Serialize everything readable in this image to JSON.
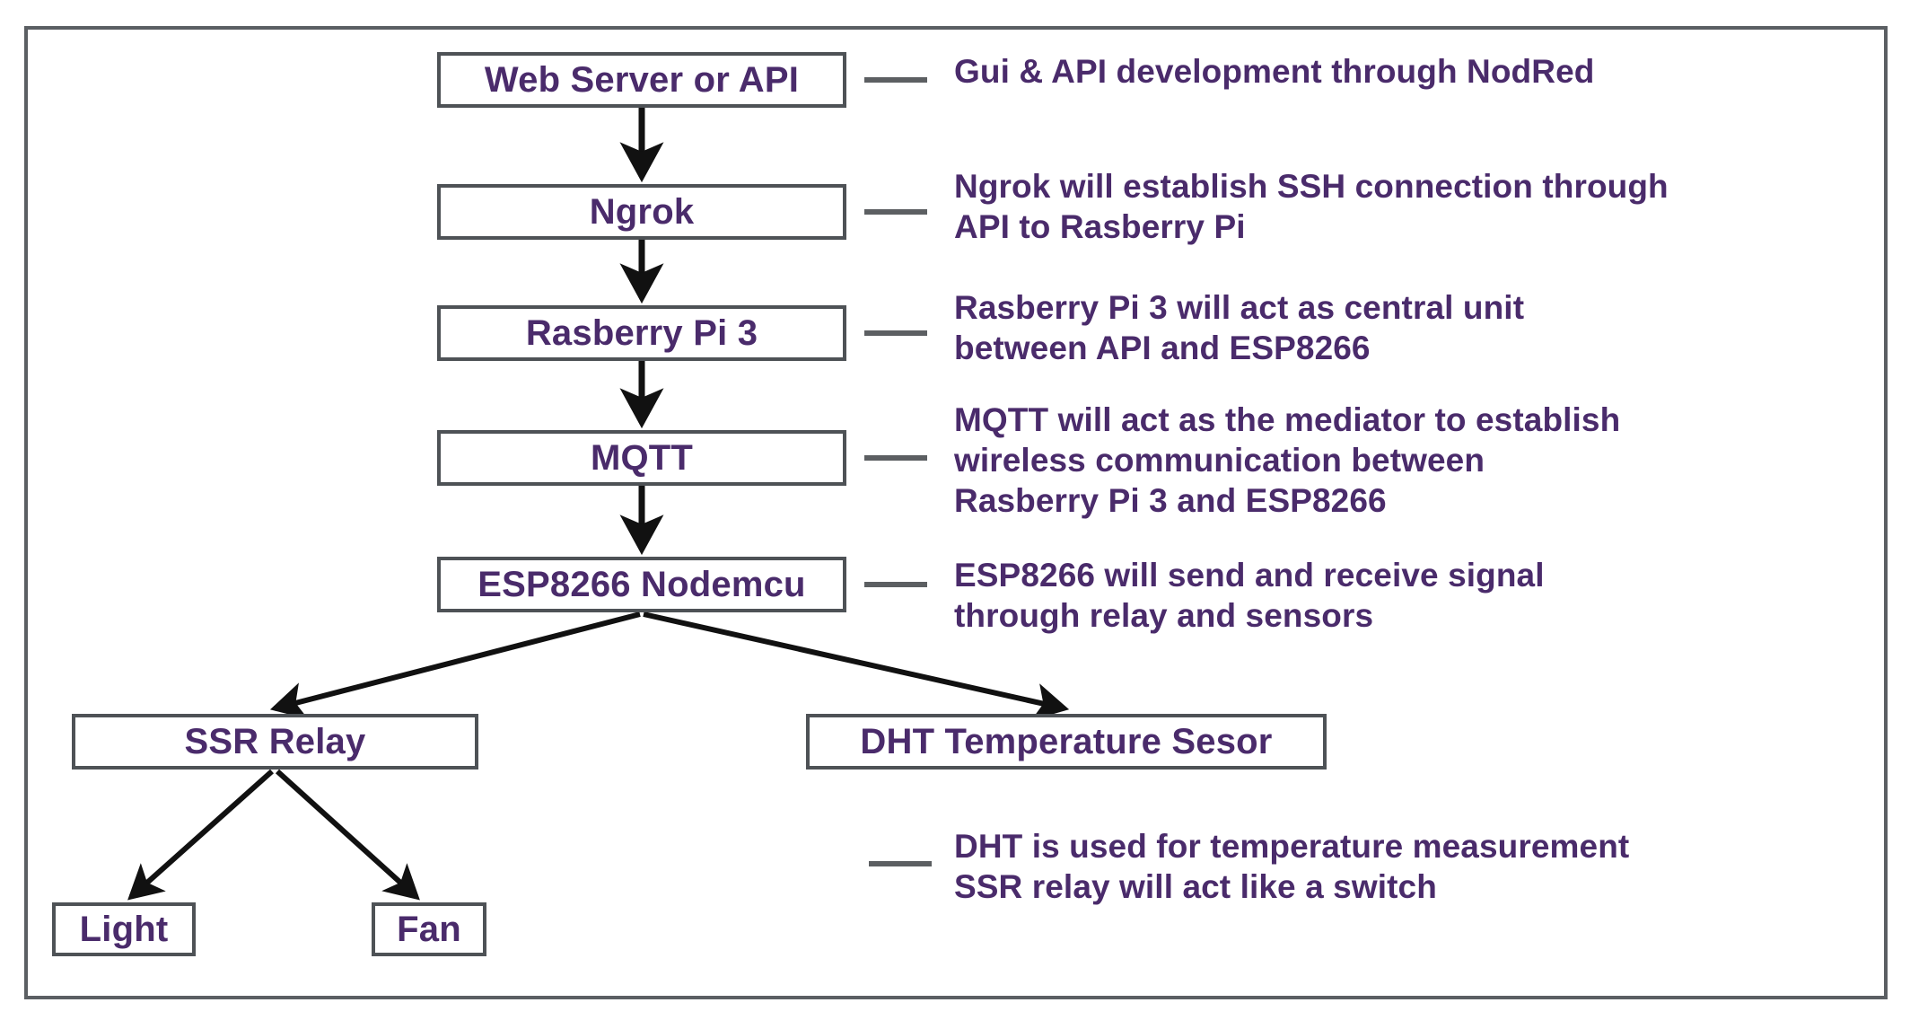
{
  "diagram": {
    "title": "IoT System Architecture Flow Diagram",
    "frame_color": "#5b5f63",
    "node_border_color": "#4e5256",
    "text_color": "#4a2b6b",
    "connector_color": "#1a1a1a",
    "nodes": [
      {
        "id": "web",
        "label": "Web Server or API"
      },
      {
        "id": "ngrok",
        "label": "Ngrok"
      },
      {
        "id": "rpi",
        "label": "Rasberry Pi 3"
      },
      {
        "id": "mqtt",
        "label": "MQTT"
      },
      {
        "id": "esp",
        "label": "ESP8266 Nodemcu"
      },
      {
        "id": "ssr",
        "label": "SSR Relay"
      },
      {
        "id": "dht",
        "label": "DHT Temperature Sesor"
      },
      {
        "id": "light",
        "label": "Light"
      },
      {
        "id": "fan",
        "label": "Fan"
      }
    ],
    "annotations": [
      {
        "id": "web",
        "text": "Gui & API development through NodRed"
      },
      {
        "id": "ngrok",
        "text": "Ngrok will establish SSH connection through\nAPI to Rasberry Pi"
      },
      {
        "id": "rpi",
        "text": "Rasberry Pi 3 will act as central unit\nbetween API and ESP8266"
      },
      {
        "id": "mqtt",
        "text": "MQTT will act as the mediator to establish\nwireless communication between\nRasberry Pi 3 and ESP8266"
      },
      {
        "id": "esp",
        "text": "ESP8266 will send and receive signal\nthrough relay and sensors"
      },
      {
        "id": "dht",
        "text": "DHT is used for temperature measurement\nSSR relay will act like a switch"
      }
    ],
    "edges": [
      {
        "from": "web",
        "to": "ngrok",
        "kind": "arrow-down"
      },
      {
        "from": "ngrok",
        "to": "rpi",
        "kind": "arrow-down"
      },
      {
        "from": "rpi",
        "to": "mqtt",
        "kind": "arrow-down"
      },
      {
        "from": "mqtt",
        "to": "esp",
        "kind": "arrow-down"
      },
      {
        "from": "esp",
        "to": "ssr",
        "kind": "arrow-diagonal-left"
      },
      {
        "from": "esp",
        "to": "dht",
        "kind": "arrow-diagonal-right"
      },
      {
        "from": "ssr",
        "to": "light",
        "kind": "arrow-diagonal-left"
      },
      {
        "from": "ssr",
        "to": "fan",
        "kind": "arrow-diagonal-right"
      }
    ],
    "leader_dashes": [
      {
        "id": "web"
      },
      {
        "id": "ngrok"
      },
      {
        "id": "rpi"
      },
      {
        "id": "mqtt"
      },
      {
        "id": "esp"
      },
      {
        "id": "dht"
      }
    ]
  }
}
